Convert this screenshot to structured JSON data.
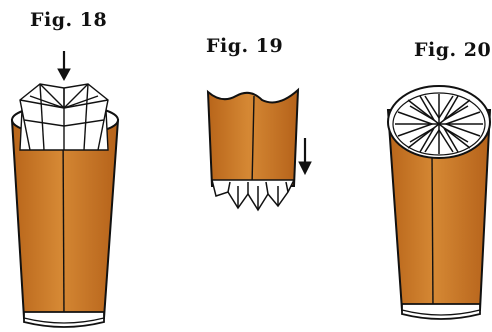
{
  "figures": [
    {
      "label": "Fig. 18"
    },
    {
      "label": "Fig. 19"
    },
    {
      "label": "Fig. 20"
    }
  ],
  "colors": {
    "tube": "#c8731c",
    "tube_light": "#d68a33",
    "tube_shadow": "#a85a12",
    "line": "#111111",
    "paper": "#ffffff"
  }
}
